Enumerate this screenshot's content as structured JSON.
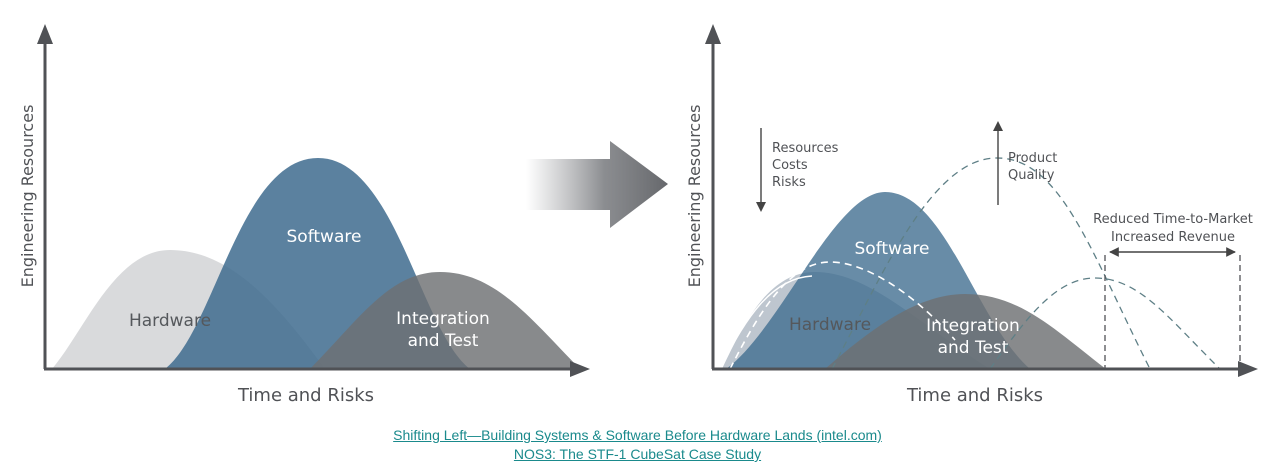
{
  "colors": {
    "hardware": "#d9dadc",
    "hardware_shift": "#bac3cc",
    "software": "#3e6b8e",
    "integration": "#6e7073",
    "axis": "#505256",
    "arrow": "#707276",
    "link": "#1a8a8c"
  },
  "left_diagram": {
    "y_axis_label": "Engineering Resources",
    "x_axis_label": "Time and Risks",
    "hardware_label": "Hardware",
    "software_label": "Software",
    "integration_label_line1": "Integration",
    "integration_label_line2": "and Test"
  },
  "transition_icon": "right-arrow-icon",
  "right_diagram": {
    "y_axis_label": "Engineering Resources",
    "x_axis_label": "Time and Risks",
    "hardware_label": "Hardware",
    "software_label": "Software",
    "integration_label_line1": "Integration",
    "integration_label_line2": "and Test",
    "down_list": [
      "Resources",
      "Costs",
      "Risks"
    ],
    "quality_line1": "Product",
    "quality_line2": "Quality",
    "benefit_line1": "Reduced Time-to-Market",
    "benefit_line2": "Increased Revenue"
  },
  "links": [
    "Shifting Left—Building Systems & Software Before Hardware Lands (intel.com)",
    "NOS3: The STF-1 CubeSat Case Study"
  ]
}
